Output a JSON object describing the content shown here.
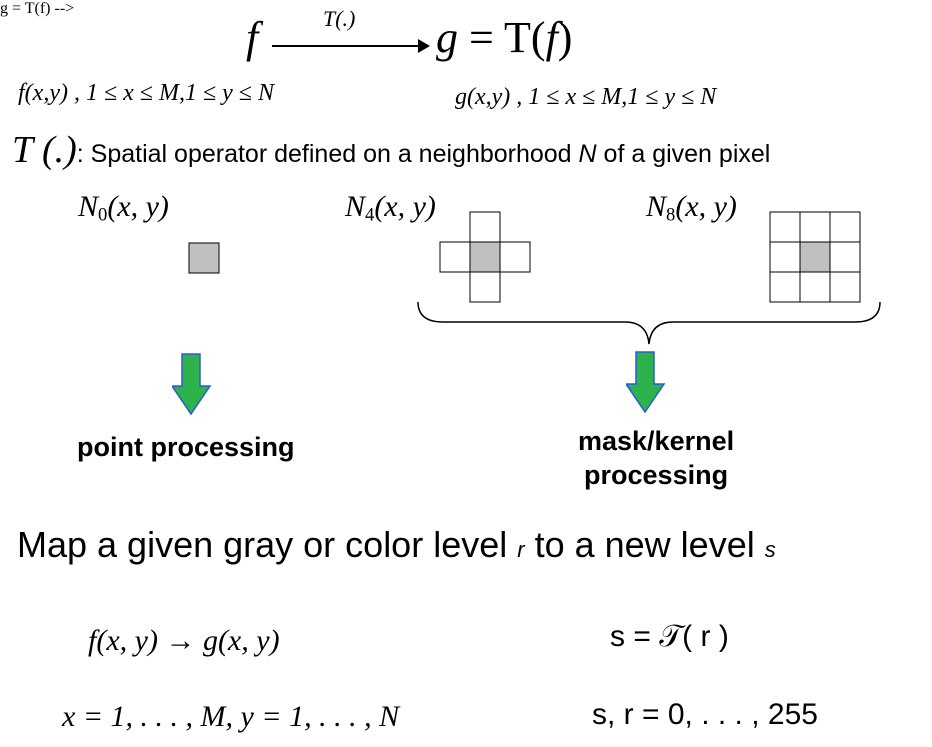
{
  "header": {
    "input_fn": "f",
    "operator_label": "T(.)",
    "output_expr_g": "g",
    "output_expr_eq": "= T(",
    "output_expr_f": "f",
    "output_expr_close": ")",
    "f_domain": "f(x,y) ,   1 ≤ x ≤ M,1 ≤ y ≤ N",
    "g_domain": "g(x,y) ,   1 ≤ x ≤ M,1 ≤ y ≤ N"
  },
  "operator_def": {
    "symbol": "T (.)",
    "text_prefix": ": Spatial operator defined on a neighborhood ",
    "text_N": "N",
    "text_suffix": " of a given pixel"
  },
  "neighborhoods": {
    "n0_base": "N",
    "n0_sub": "0",
    "n0_args": "(x, y)",
    "n4_base": "N",
    "n4_sub": "4",
    "n4_args": "(x, y)",
    "n8_base": "N",
    "n8_sub": "8",
    "n8_args": "(x, y)"
  },
  "labels": {
    "point_processing": "point processing",
    "mask_kernel_line1": "mask/kernel",
    "mask_kernel_line2": "processing"
  },
  "mapping": {
    "sentence_prefix": "Map a given gray or color level ",
    "r": "r",
    "sentence_mid": " to a new level ",
    "s": "s"
  },
  "equations": {
    "fg": "f(x, y) → g(x, y)",
    "s_eq": "s = 𝒯( r )",
    "xy_range": "x = 1, . . . , M,  y = 1, . . . , N",
    "sr_range": "s, r = 0, . . . , 255"
  },
  "colors": {
    "arrow_green": "#2db34a",
    "arrow_blue": "#2a5bd7",
    "center_gray": "#c0c0c0"
  }
}
